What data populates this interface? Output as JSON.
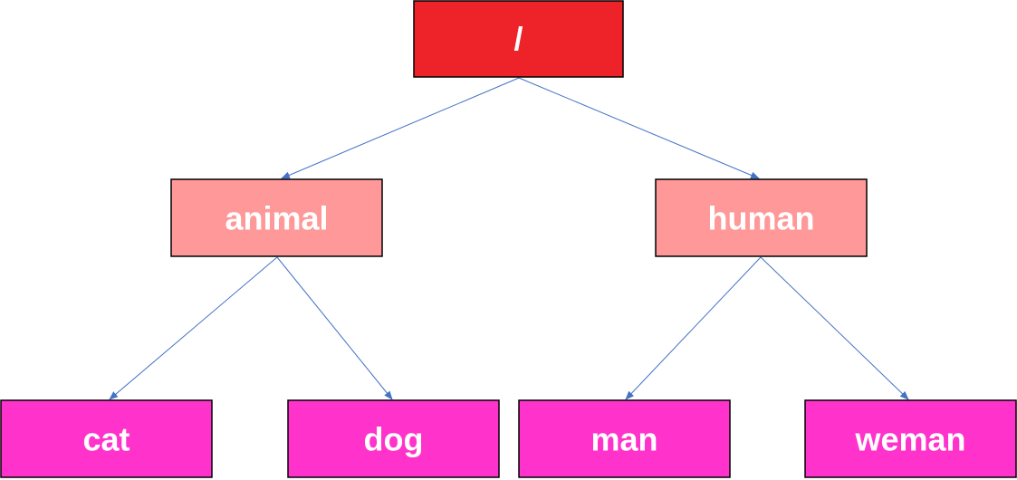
{
  "colors": {
    "root": "#ee2229",
    "category": "#ff9999",
    "leaf": "#ff33cc",
    "edge": "#4472c4",
    "text": "#ffffff",
    "border": "#000000"
  },
  "tree": {
    "root": {
      "label": "/"
    },
    "animal": {
      "label": "animal"
    },
    "human": {
      "label": "human"
    },
    "cat": {
      "label": "cat"
    },
    "dog": {
      "label": "dog"
    },
    "man": {
      "label": "man"
    },
    "weman": {
      "label": "weman"
    }
  },
  "edges": [
    [
      "root",
      "animal"
    ],
    [
      "root",
      "human"
    ],
    [
      "animal",
      "cat"
    ],
    [
      "animal",
      "dog"
    ],
    [
      "human",
      "man"
    ],
    [
      "human",
      "weman"
    ]
  ]
}
